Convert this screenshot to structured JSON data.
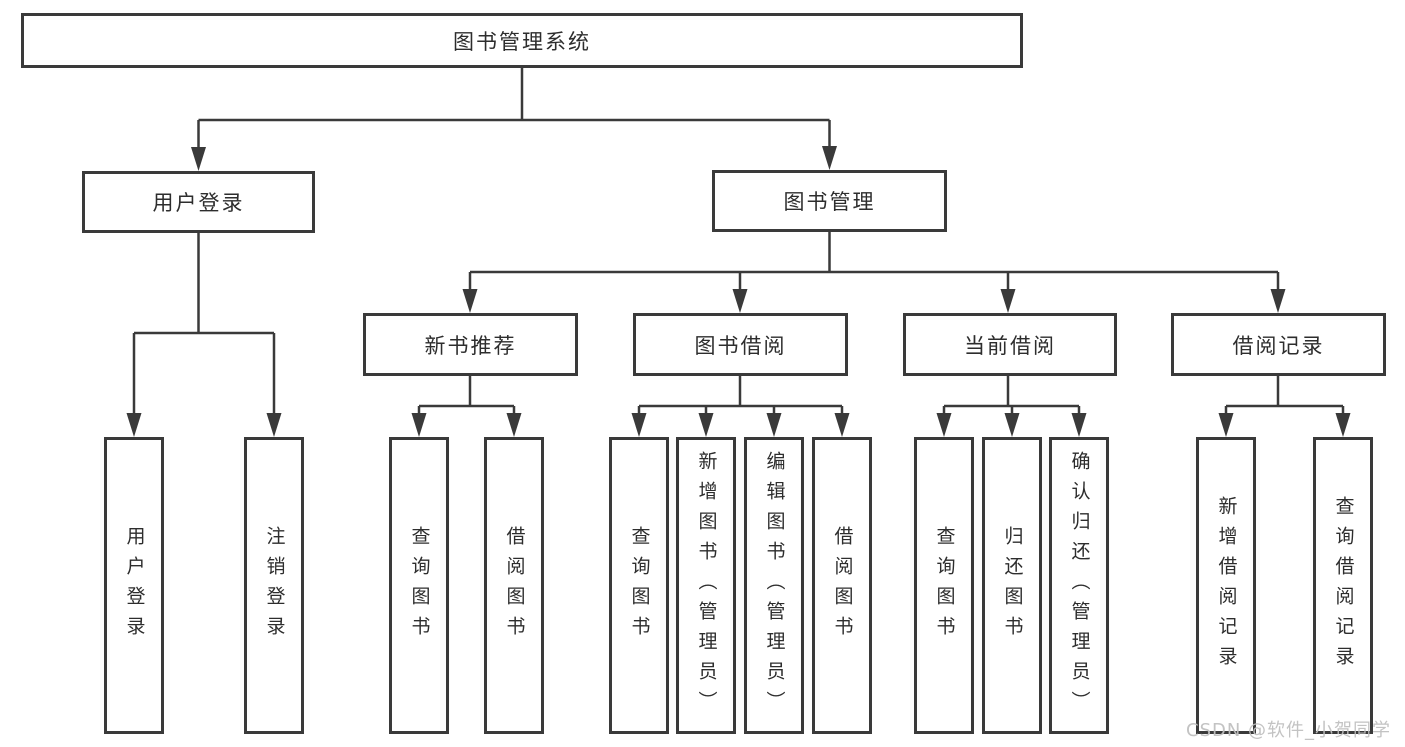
{
  "tree": {
    "label": "图书管理系统",
    "children": [
      {
        "label": "用户登录",
        "children": [
          {
            "label": "用户登录"
          },
          {
            "label": "注销登录"
          }
        ]
      },
      {
        "label": "图书管理",
        "children": [
          {
            "label": "新书推荐",
            "children": [
              {
                "label": "查询图书"
              },
              {
                "label": "借阅图书"
              }
            ]
          },
          {
            "label": "图书借阅",
            "children": [
              {
                "label": "查询图书"
              },
              {
                "label": "新增图书（管理员）"
              },
              {
                "label": "编辑图书（管理员）"
              },
              {
                "label": "借阅图书"
              }
            ]
          },
          {
            "label": "当前借阅",
            "children": [
              {
                "label": "查询图书"
              },
              {
                "label": "归还图书"
              },
              {
                "label": "确认归还（管理员）"
              }
            ]
          },
          {
            "label": "借阅记录",
            "children": [
              {
                "label": "新增借阅记录"
              },
              {
                "label": "查询借阅记录"
              }
            ]
          }
        ]
      }
    ]
  },
  "watermark": {
    "text": "CSDN @软件_小贺同学"
  },
  "colors": {
    "line": "#3a3a3a",
    "box_border": "#3a3a3a",
    "box_background": "#ffffff",
    "text": "#2d2d2d",
    "watermark": "#c0c0c0",
    "page_background": "#ffffff"
  }
}
